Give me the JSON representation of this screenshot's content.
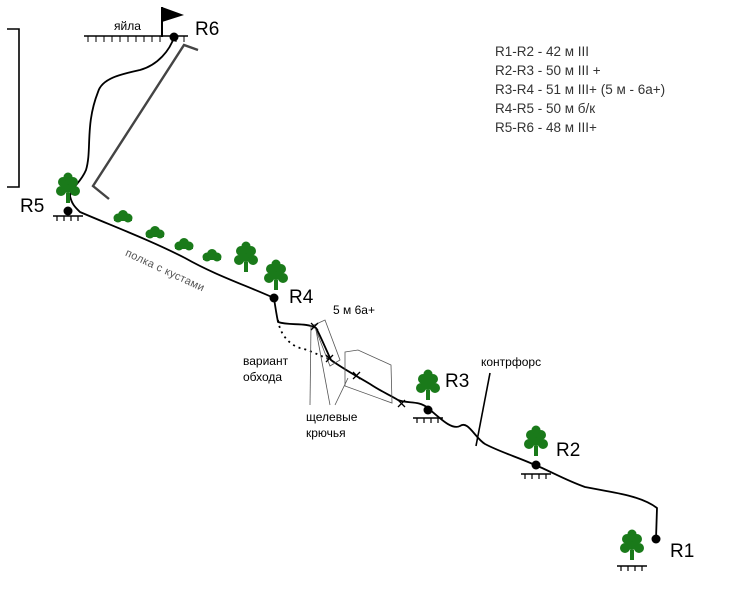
{
  "stations": [
    {
      "id": "r1",
      "label": "R1"
    },
    {
      "id": "r2",
      "label": "R2"
    },
    {
      "id": "r3",
      "label": "R3"
    },
    {
      "id": "r4",
      "label": "R4"
    },
    {
      "id": "r5",
      "label": "R5"
    },
    {
      "id": "r6",
      "label": "R6"
    }
  ],
  "labels": {
    "plateau": "яйла",
    "shelf": "полка с кустами",
    "pitch_5m": "5 м 6а+",
    "bypass_line1": "вариант",
    "bypass_line2": "обхода",
    "cracks_line1": "щелевые",
    "cracks_line2": "крючья",
    "buttress": "контрфорс"
  },
  "legend": [
    "R1-R2 - 42 м III",
    "R2-R3 - 50 м III +",
    "R3-R4 - 51 м III+ (5 м - 6а+)",
    "R4-R5 - 50 м б/к",
    "R5-R6 - 48 м III+"
  ],
  "colors": {
    "route": "#000000",
    "tree": "#1a7a1a",
    "legend_text": "#333333",
    "shelf_text": "#555555"
  }
}
